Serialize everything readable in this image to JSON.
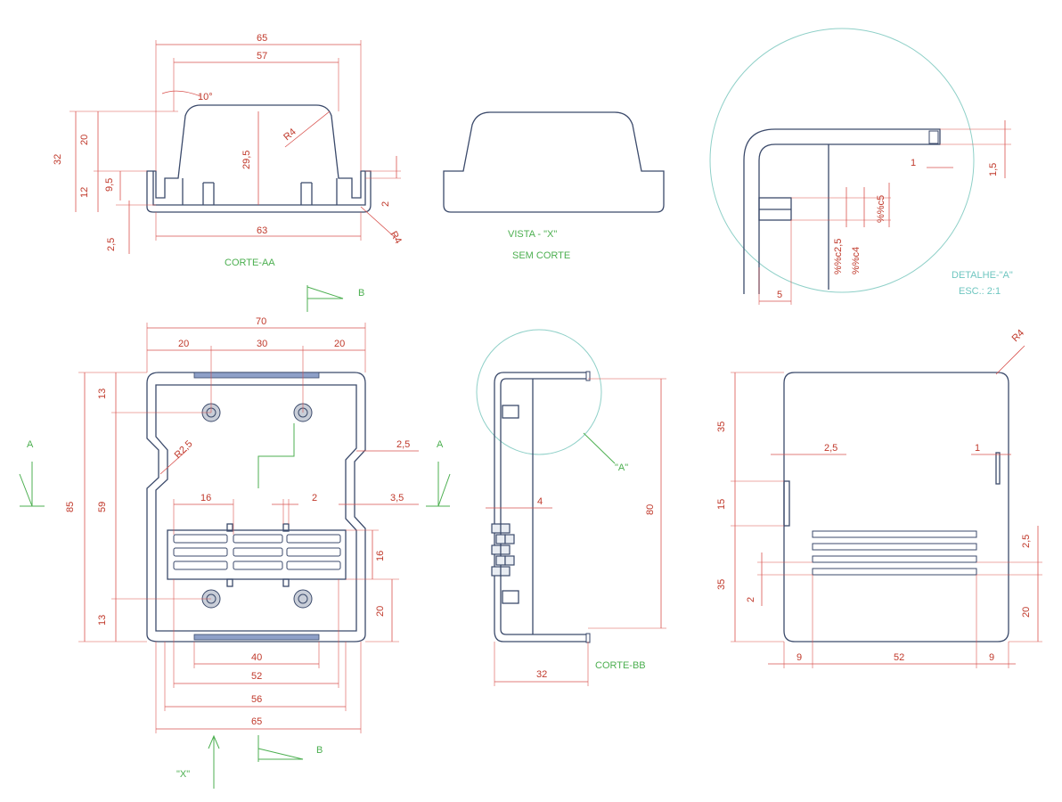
{
  "labels": {
    "corte_aa": "CORTE-AA",
    "vista_x": "VISTA - \"X\"",
    "sem_corte": "SEM CORTE",
    "detalhe_a": "DETALHE-\"A\"",
    "escala": "ESC.: 2:1",
    "corte_bb": "CORTE-BB",
    "callout_a": "\"A\"",
    "arrow_x": "\"X\"",
    "section_a": "A",
    "section_b": "B"
  },
  "corte_aa_dims": {
    "d65": "65",
    "d57": "57",
    "angle": "10°",
    "d20": "20",
    "d32": "32",
    "d29_5": "29,5",
    "r4": "R4",
    "d12": "12",
    "d9_5": "9,5",
    "d2": "2",
    "d2_5": "2,5",
    "d63": "63",
    "r4b": "R4"
  },
  "detail_dims": {
    "d1": "1",
    "d1_5": "1,5",
    "phi5": "%%c5",
    "phi2_5": "%%c2,5",
    "phi4": "%%c4",
    "d5": "5"
  },
  "plan_dims": {
    "d70": "70",
    "d20a": "20",
    "d30": "30",
    "d20b": "20",
    "d13a": "13",
    "d85": "85",
    "d59": "59",
    "d13b": "13",
    "r2_5": "R2,5",
    "d2_5": "2,5",
    "d16a": "16",
    "d2": "2",
    "d3_5": "3,5",
    "d16b": "16",
    "d20c": "20",
    "d40": "40",
    "d52": "52",
    "d56": "56",
    "d65": "65"
  },
  "corte_bb_dims": {
    "d4": "4",
    "d80": "80",
    "d32": "32"
  },
  "side_dims": {
    "r4": "R4",
    "d35a": "35",
    "d2_5": "2,5",
    "d1": "1",
    "d15": "15",
    "d2_5b": "2,5",
    "d35b": "35",
    "d2": "2",
    "d20": "20",
    "d9a": "9",
    "d52": "52",
    "d9b": "9"
  }
}
